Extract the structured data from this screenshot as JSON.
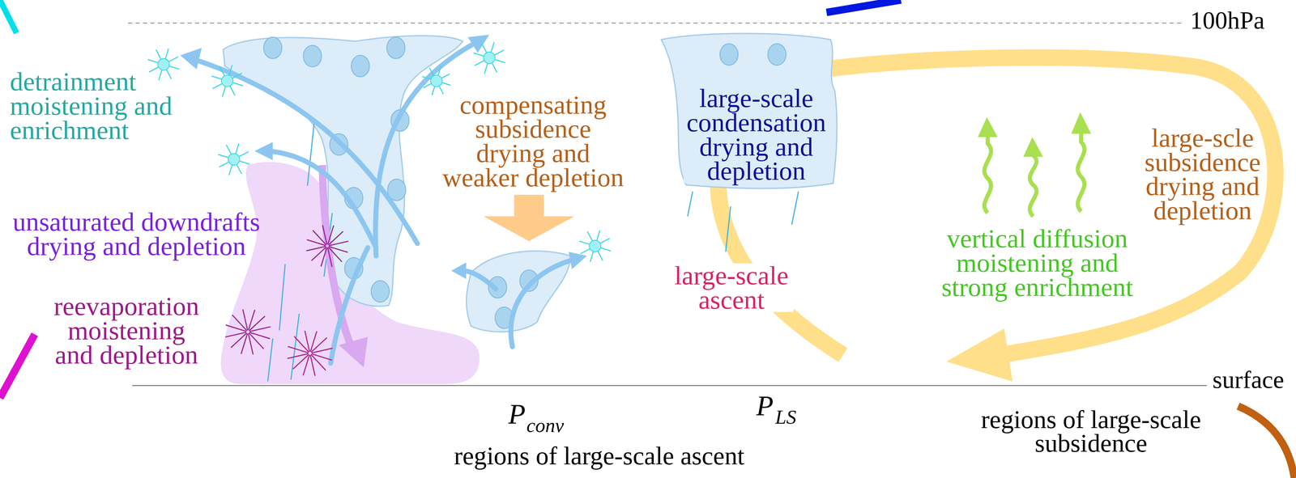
{
  "diagram": {
    "labels": [
      "100hPa",
      "detrainment moistening and enrichment",
      "compensating subsidence drying and weaker depletion",
      "large-scale condensation drying and depletion",
      "large-scle subsidence drying and depletion",
      "vertical diffusion moistening and strong enrichment",
      "unsaturated downdrafts drying and depletion",
      "reevaporation moistening and depletion",
      "large-scale ascent",
      "surface",
      "P",
      "conv",
      "P",
      "LS",
      "regions of large-scale subsidence",
      "regions of large-scale ascent"
    ]
  }
}
